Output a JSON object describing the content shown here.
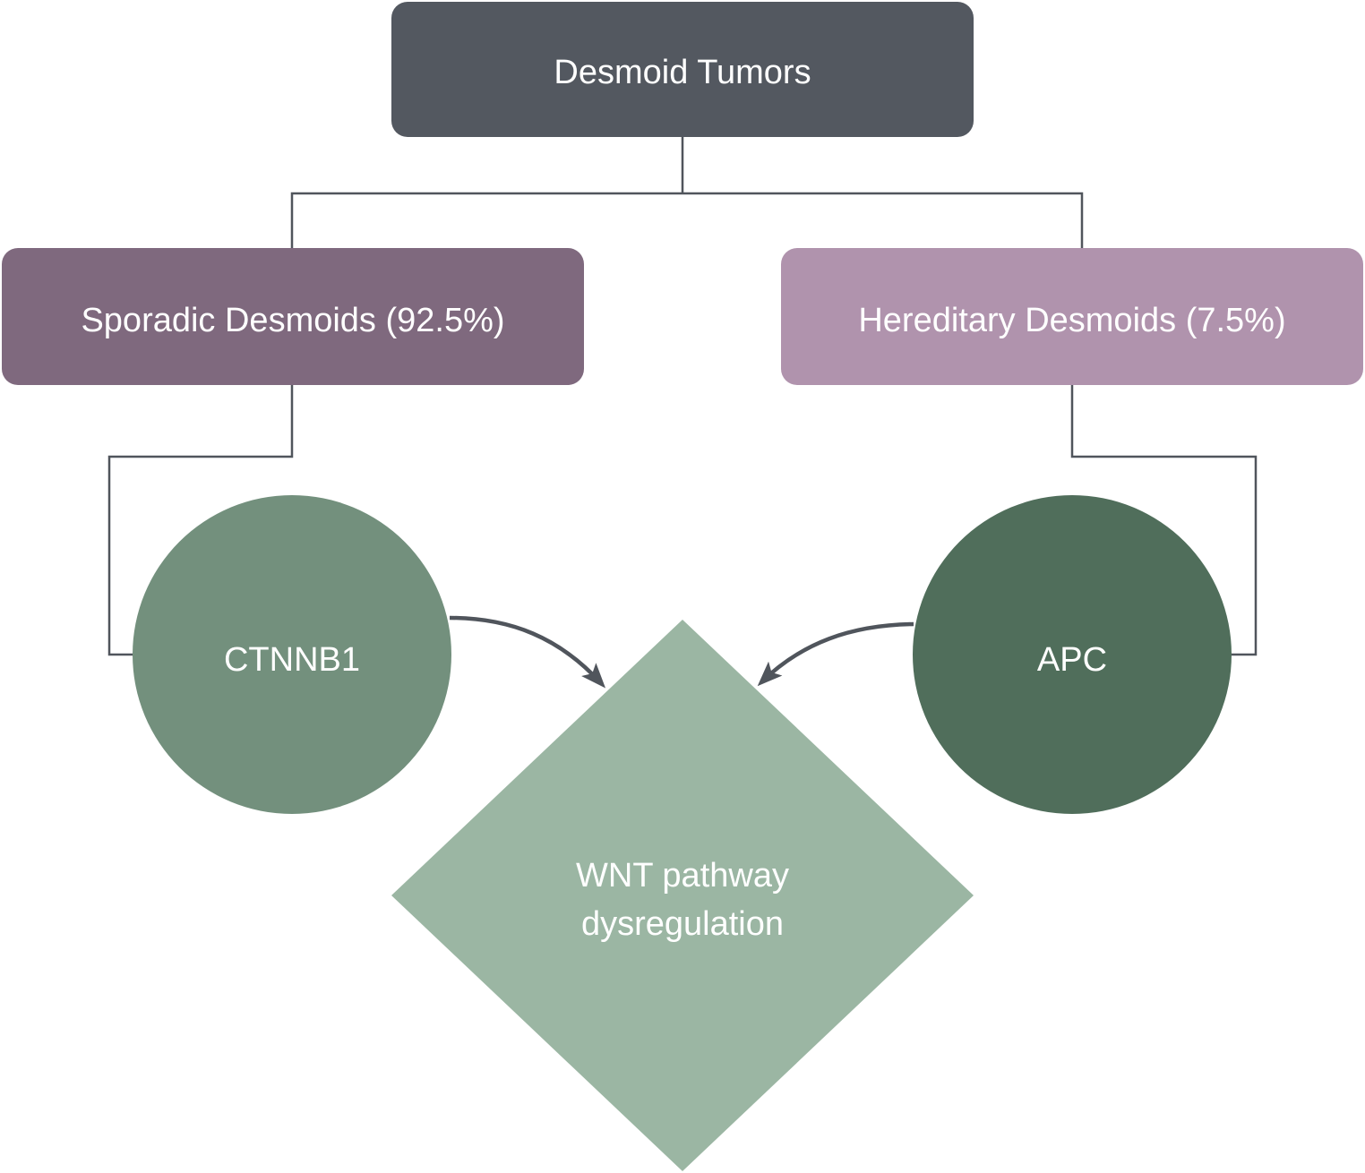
{
  "diagram": {
    "root": {
      "label": "Desmoid Tumors",
      "color": "#535860"
    },
    "categories": [
      {
        "label": "Sporadic Desmoids (92.5%)",
        "color": "#7F697E"
      },
      {
        "label": "Hereditary Desmoids (7.5%)",
        "color": "#B093AD"
      }
    ],
    "genes": [
      {
        "label": "CTNNB1",
        "color": "#73907D",
        "parent": "Sporadic Desmoids (92.5%)"
      },
      {
        "label": "APC",
        "color": "#506E5B",
        "parent": "Hereditary Desmoids (7.5%)"
      }
    ],
    "outcome": {
      "line1": "WNT pathway",
      "line2": "dysregulation",
      "color": "#9BB6A3"
    },
    "edges": [
      {
        "from": "Desmoid Tumors",
        "to": "Sporadic Desmoids (92.5%)",
        "type": "tree-line"
      },
      {
        "from": "Desmoid Tumors",
        "to": "Hereditary Desmoids (7.5%)",
        "type": "tree-line"
      },
      {
        "from": "Sporadic Desmoids (92.5%)",
        "to": "CTNNB1",
        "type": "tree-line"
      },
      {
        "from": "Hereditary Desmoids (7.5%)",
        "to": "APC",
        "type": "tree-line"
      },
      {
        "from": "CTNNB1",
        "to": "WNT pathway dysregulation",
        "type": "arrow"
      },
      {
        "from": "APC",
        "to": "WNT pathway dysregulation",
        "type": "arrow"
      }
    ],
    "line_color": "#50555C"
  }
}
